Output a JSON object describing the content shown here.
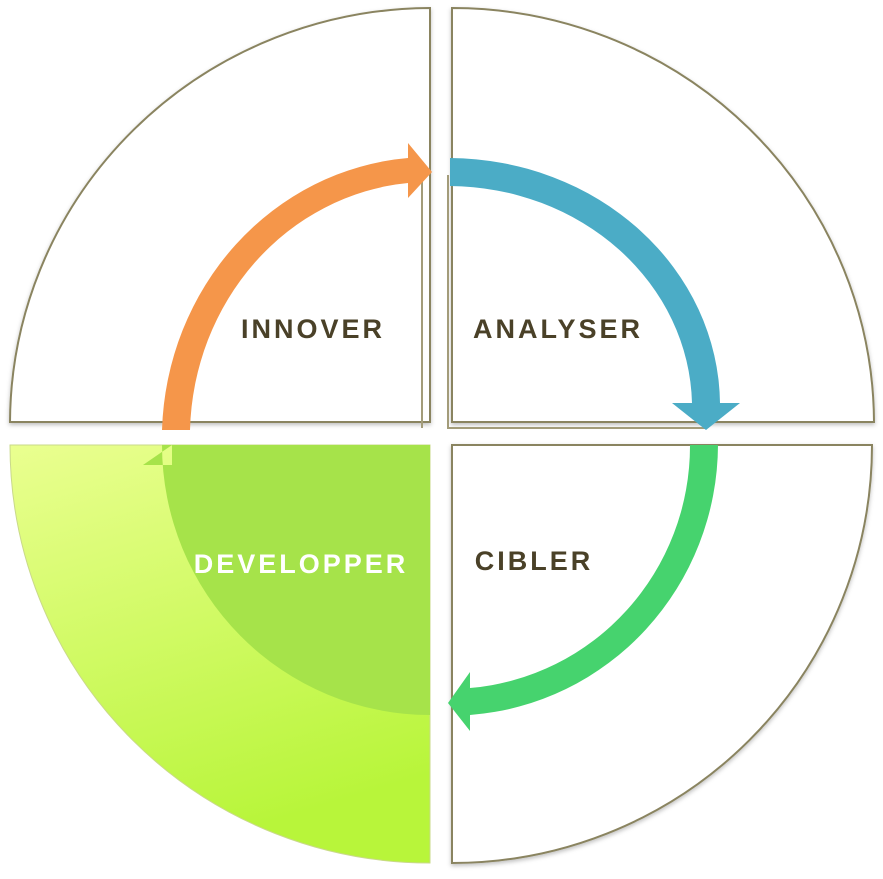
{
  "diagram": {
    "quadrants": [
      {
        "id": "innover",
        "label": "INNOVER",
        "highlighted": false
      },
      {
        "id": "analyser",
        "label": "ANALYSER",
        "highlighted": false
      },
      {
        "id": "cibler",
        "label": "CIBLER",
        "highlighted": false
      },
      {
        "id": "developper",
        "label": "DEVELOPPER",
        "highlighted": true
      }
    ],
    "colors": {
      "outline": "#8a8460",
      "label_text": "#4a4128",
      "highlight_label": "#ffffff",
      "arrow_innover": "#f5964a",
      "arrow_analyser": "#4bacc6",
      "arrow_cibler": "#46d36e",
      "arrow_developper": "#a6e34a",
      "highlight_fill_light": "#eaff90",
      "highlight_fill_dark": "#b8f53a"
    }
  }
}
